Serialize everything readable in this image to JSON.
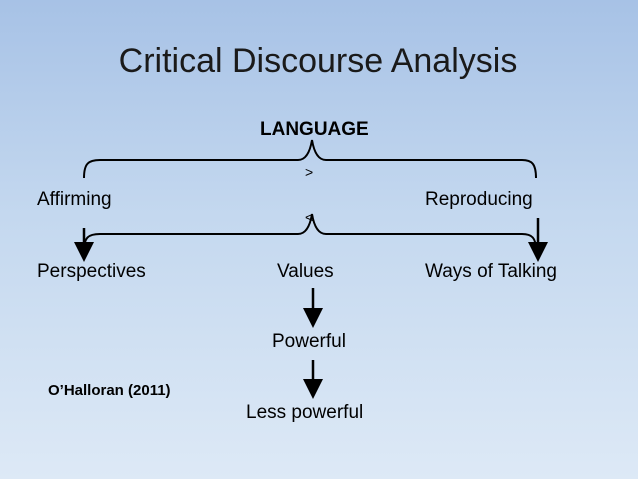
{
  "title": "Critical Discourse Analysis",
  "top_label": "LANGUAGE",
  "greater_than": ">",
  "less_than": "<",
  "left_label": "Affirming",
  "right_label": "Reproducing",
  "bottom_row": [
    "Perspectives",
    "Values",
    "Ways of Talking"
  ],
  "powerful": "Powerful",
  "less_powerful": "Less powerful",
  "citation": "O’Halloran (2011)"
}
